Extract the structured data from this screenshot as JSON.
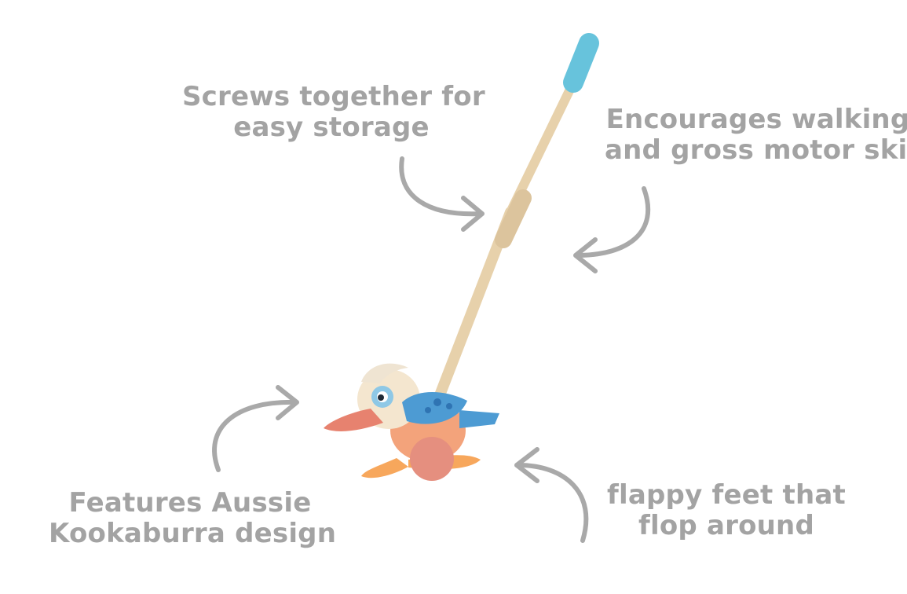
{
  "colors": {
    "text": "#a3a3a3",
    "arrow": "#a9a9a9",
    "handle": "#67c3dc",
    "stick": "#e7d1ab",
    "connector": "#dcc49d",
    "bird_body": "#f3a37b",
    "bird_head": "#f4e6cf",
    "bird_crest": "#efe4d2",
    "bird_beak": "#e7826f",
    "bird_eye_ring": "#8ec8e6",
    "bird_wing": "#4d9bd3",
    "bird_wing_dark": "#2f74b3",
    "bird_feet": "#f7a75c",
    "bird_wheel": "#e58f7f"
  },
  "callouts": {
    "storage": {
      "line1": "Screws together for",
      "line2": "easy storage"
    },
    "walking": {
      "line1": "Encourages walking",
      "line2": "and gross motor skills"
    },
    "design": {
      "line1": "Features Aussie",
      "line2": "Kookaburra design"
    },
    "feet": {
      "line1": "flappy feet that",
      "line2": "flop around"
    }
  },
  "icons": {
    "arrow_storage": "curved-arrow-right",
    "arrow_walking": "curved-arrow-left",
    "arrow_design": "curved-arrow-right",
    "arrow_feet": "curved-arrow-left"
  }
}
